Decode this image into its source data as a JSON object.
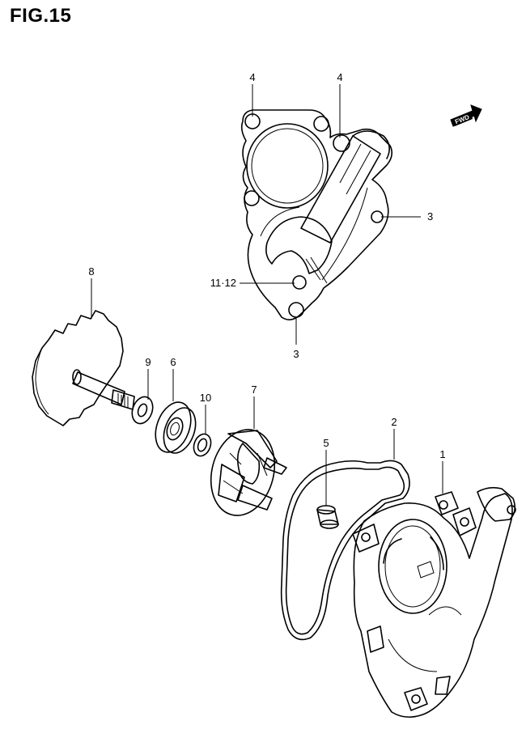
{
  "figure": {
    "title": "FIG.15"
  },
  "fwd_label": "FWD",
  "callouts": {
    "c4a": "4",
    "c4b": "4",
    "c3a": "3",
    "c3b": "3",
    "c1112": "11·12",
    "c8": "8",
    "c9": "9",
    "c6": "6",
    "c10": "10",
    "c7": "7",
    "c2": "2",
    "c5": "5",
    "c1": "1"
  }
}
